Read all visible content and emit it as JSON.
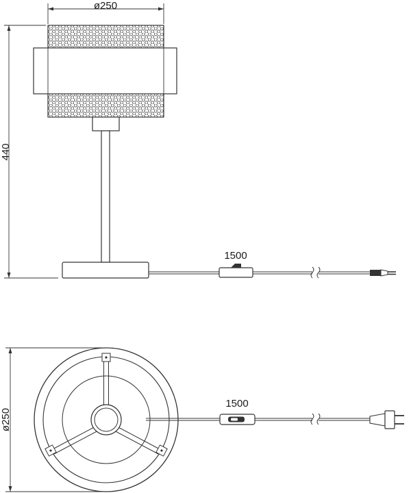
{
  "side_view": {
    "shade_diameter_label": "ø250",
    "height_label": "440",
    "cable_length_label": "1500"
  },
  "top_view": {
    "base_diameter_label": "ø250",
    "cable_length_label": "1500"
  },
  "colors": {
    "line": "#333333",
    "text": "#1a1a1a",
    "background": "#ffffff"
  }
}
